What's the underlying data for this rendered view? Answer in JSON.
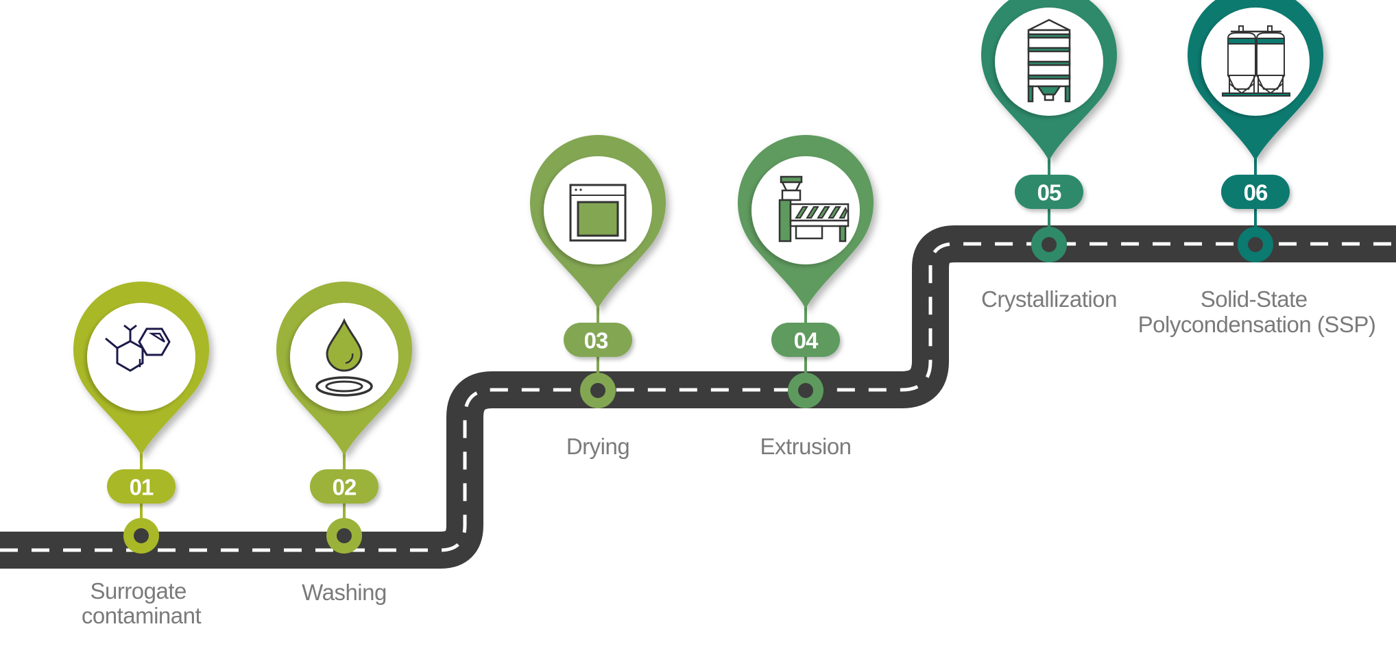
{
  "steps": [
    {
      "number": "01",
      "label_lines": [
        "Surrogate",
        "contaminant"
      ],
      "color": "#a9b827",
      "icon": "chemical-structure-icon"
    },
    {
      "number": "02",
      "label_lines": [
        "Washing"
      ],
      "color": "#9bb23a",
      "icon": "water-drop-icon"
    },
    {
      "number": "03",
      "label_lines": [
        "Drying"
      ],
      "color": "#83a653",
      "icon": "drying-oven-icon"
    },
    {
      "number": "04",
      "label_lines": [
        "Extrusion"
      ],
      "color": "#5e9a5e",
      "icon": "extruder-machine-icon"
    },
    {
      "number": "05",
      "label_lines": [
        "Crystallization"
      ],
      "color": "#2f8a6a",
      "icon": "crystallizer-silo-icon"
    },
    {
      "number": "06",
      "label_lines": [
        "Solid-State",
        "Polycondensation (SSP)"
      ],
      "color": "#0b7a70",
      "icon": "twin-silo-icon"
    }
  ],
  "road": {
    "color": "#3c3c3c",
    "dash_color": "#ffffff",
    "dot_color": "#3c3c3c"
  },
  "label_color": "#7a7a7a"
}
